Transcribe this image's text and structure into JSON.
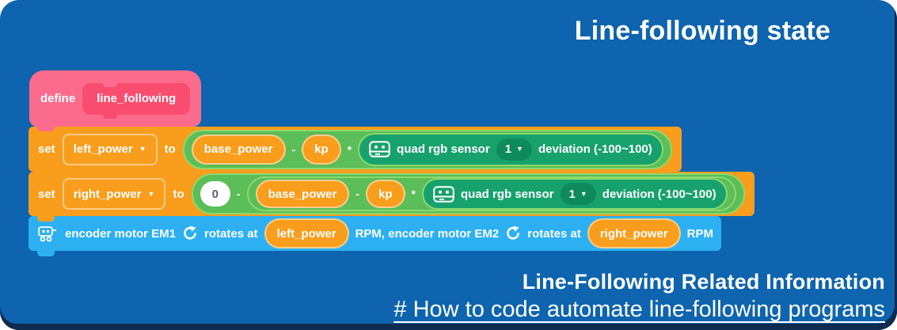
{
  "title": "Line-following state",
  "colors": {
    "background": "#0E64AE",
    "bottom_edge": "#0F2B50",
    "define_outer_pink": "#FB6C8C",
    "define_inner_pink": "#F94D6F",
    "variables_orange": "#F99D1C",
    "operator_green": "#5BBE58",
    "operator_green_border": "#8CD96E",
    "sensor_teal": "#17A26D",
    "sensor_dropdown_teal": "#0E8A5C",
    "motor_blue": "#2CB0F2",
    "text_white": "#FFFFFF",
    "number_text": "#575E75"
  },
  "icons": {
    "sensor": "quad-rgb-sensor-icon",
    "motor": "encoder-motor-icon",
    "rotate": "rotate-ccw-icon",
    "dropdown": "▼"
  },
  "hat": {
    "keyword": "define",
    "name": "line_following"
  },
  "row1": {
    "set": "set",
    "variable": "left_power",
    "to": "to",
    "v1": "base_power",
    "minus": "-",
    "v2": "kp",
    "times": "*",
    "sensor_label": "quad rgb sensor",
    "sensor_port": "1",
    "sensor_suffix": "deviation (-100~100)"
  },
  "row2": {
    "set": "set",
    "variable": "right_power",
    "to": "to",
    "zero": "0",
    "minus1": "-",
    "v1": "base_power",
    "minus2": "-",
    "v2": "kp",
    "times": "*",
    "sensor_label": "quad rgb sensor",
    "sensor_port": "1",
    "sensor_suffix": "deviation (-100~100)"
  },
  "row3": {
    "t1": "encoder motor EM1",
    "t2": "rotates at",
    "v1": "left_power",
    "t3": "RPM, encoder motor EM2",
    "t4": "rotates at",
    "v2": "right_power",
    "t5": "RPM"
  },
  "footer": {
    "heading": "Line-Following Related Information",
    "link": "# How to code automate line-following programs"
  }
}
